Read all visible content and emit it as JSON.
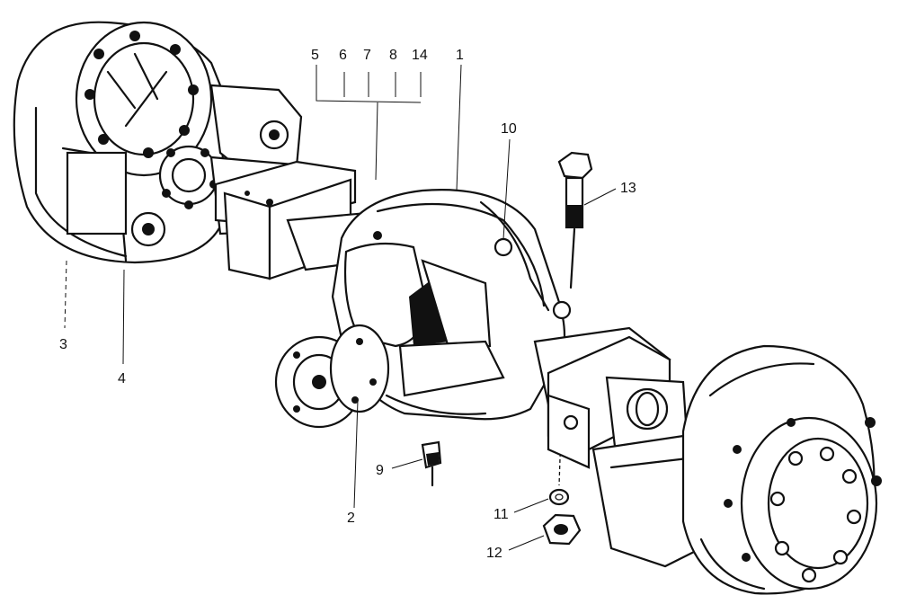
{
  "callouts": {
    "c5": "5",
    "c6": "6",
    "c7": "7",
    "c8": "8",
    "c14": "14",
    "c1": "1",
    "c10": "10",
    "c13": "13",
    "c3": "3",
    "c4": "4",
    "c9": "9",
    "c2": "2",
    "c11": "11",
    "c12": "12"
  },
  "colors": {
    "ink": "#111111",
    "paper": "#ffffff"
  }
}
